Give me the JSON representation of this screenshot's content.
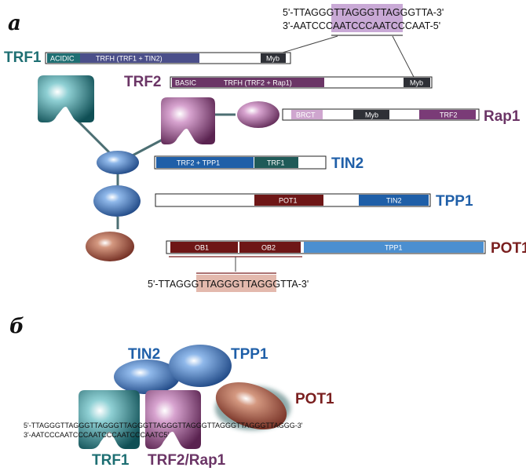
{
  "panels": {
    "a": "a",
    "b": "б"
  },
  "colors": {
    "trf1": "#1e6f73",
    "trf2": "#6b3566",
    "rap1": "#7a3b77",
    "tin2": "#1f5fa8",
    "tpp1": "#1f5fa8",
    "pot1": "#7a1f1f",
    "trf1_dom": "#4b4f8a",
    "myb": "#2e3036",
    "pot1_dom": "#6e1616",
    "tpp1_light": "#4b8fd0",
    "brct": "#cfa6cf",
    "highlight_purple": "#c9a9d6",
    "highlight_pink": "#e3b9ad"
  },
  "top_sequence": {
    "line1": {
      "pre": "5'-TTAGGG",
      "hi": "TTAGGGTTA",
      "post": "GGGTTA-3'"
    },
    "line2": {
      "pre": "3'-AATCCC",
      "hi": "AATCCCAAT",
      "post": "CCCAAT-5'"
    }
  },
  "pot1_sequence": {
    "pre": "5'-TTAGGG",
    "hi": "TTAGGGTTAG",
    "post": "GGTTA-3'"
  },
  "proteins": {
    "trf1": {
      "name": "TRF1",
      "domains": [
        "ACIDIC",
        "TRFH (TRF1 + TIN2)",
        "Myb"
      ]
    },
    "trf2": {
      "name": "TRF2",
      "domains": [
        "BASIC",
        "TRFH (TRF2 + Rap1)",
        "Myb"
      ]
    },
    "rap1": {
      "name": "Rap1",
      "domains": [
        "BRCT",
        "Myb",
        "TRF2"
      ]
    },
    "tin2": {
      "name": "TIN2",
      "domains": [
        "TRF2 + TPP1",
        "TRF1"
      ]
    },
    "tpp1": {
      "name": "TPP1",
      "domains": [
        "POT1",
        "TIN2"
      ]
    },
    "pot1": {
      "name": "POT1",
      "domains": [
        "OB1",
        "OB2",
        "TPP1"
      ]
    }
  },
  "complex": {
    "labels": {
      "tin2": "TIN2",
      "tpp1": "TPP1",
      "pot1": "POT1",
      "trf1": "TRF1",
      "trf2rap1": "TRF2/Rap1"
    },
    "dna_line1": "5'-TTAGGGTTAGGGTTAGGGTTAGGGTTAGGGTTAGGGTTAGGGTTAGGGTTAGGG-3'",
    "dna_line2": "3'-AATCCCAATCCCAATCCCAATCCCAATC5'"
  }
}
